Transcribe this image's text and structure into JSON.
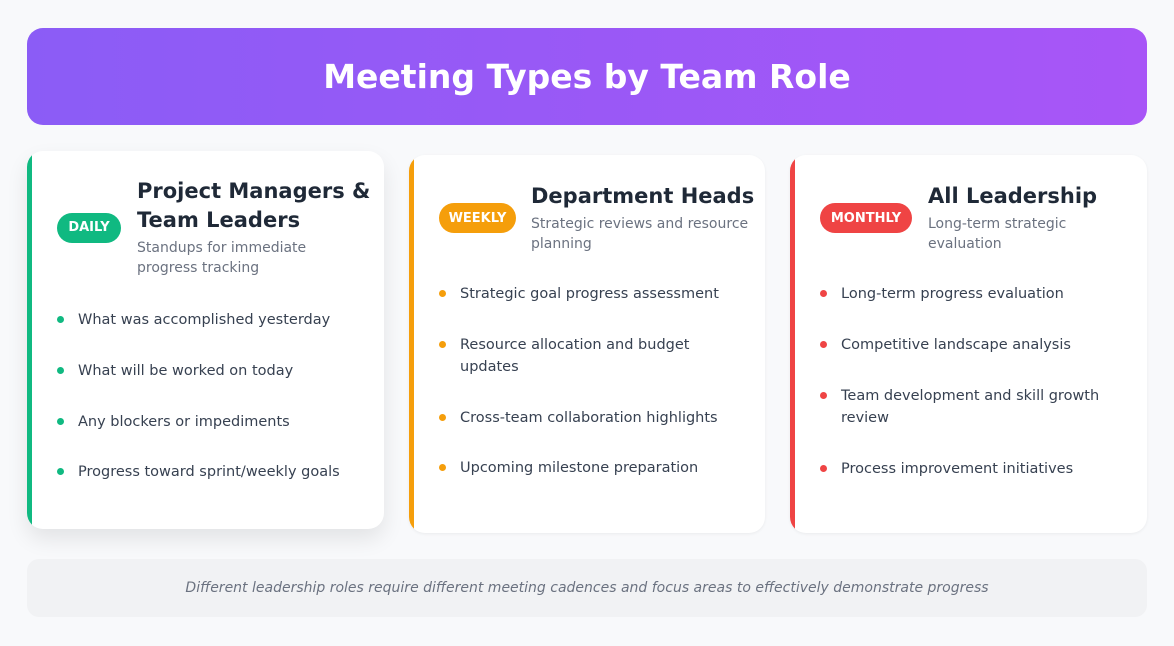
{
  "header": {
    "title": "Meeting Types by Team Role"
  },
  "colors": {
    "daily": "#10b981",
    "weekly": "#f59e0b",
    "monthly": "#ef4444",
    "banner_start": "#8b5cf6",
    "banner_end": "#a855f7"
  },
  "cards": [
    {
      "badge": "DAILY",
      "title_line1": "Project Managers &",
      "title_line2": "Team Leaders",
      "subtitle_line1": "Standups for immediate",
      "subtitle_line2": "progress tracking",
      "items": [
        "What was accomplished yesterday",
        "What will be worked on today",
        "Any blockers or impediments",
        "Progress toward sprint/weekly goals"
      ]
    },
    {
      "badge": "WEEKLY",
      "title_line1": "Department Heads",
      "subtitle_line1": "Strategic reviews and resource",
      "subtitle_line2": "planning",
      "items": [
        "Strategic goal progress assessment",
        "Resource allocation and budget updates",
        "Cross-team collaboration highlights",
        "Upcoming milestone preparation"
      ]
    },
    {
      "badge": "MONTHLY",
      "title_line1": "All Leadership",
      "subtitle_line1": "Long-term strategic",
      "subtitle_line2": "evaluation",
      "items": [
        "Long-term progress evaluation",
        "Competitive landscape analysis",
        "Team development and skill growth",
        "review",
        "Process improvement initiatives"
      ]
    }
  ],
  "footer": {
    "note": "Different leadership roles require different meeting cadences and focus areas to effectively demonstrate progress"
  }
}
